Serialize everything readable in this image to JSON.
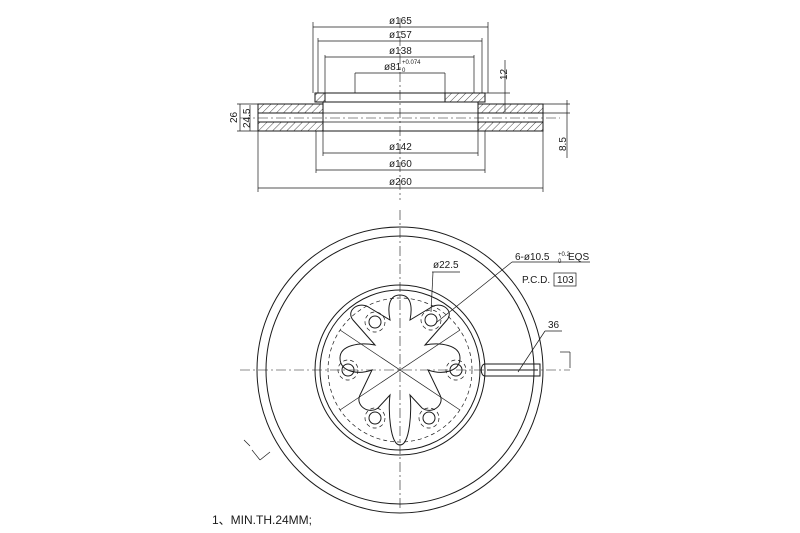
{
  "section_view": {
    "dims": {
      "d165": "ø165",
      "d157": "ø157",
      "d138": "ø138",
      "d81": "ø81",
      "d81_tol_upper": "+0.074",
      "d81_tol_lower": "0",
      "h12": "12",
      "h26": "26",
      "h24_5": "24.5",
      "h8_5": "8.5",
      "d142": "ø142",
      "d160": "ø160",
      "d260": "ø260"
    }
  },
  "front_view": {
    "dims": {
      "d22_5": "ø22.5",
      "holes": "6-ø10.5",
      "holes_tol": "+0.2",
      "holes_tol_lower": "0",
      "holes_suffix": "EQS",
      "pcd_label": "P.C.D.",
      "pcd_value": "103",
      "w36": "36"
    }
  },
  "notes": {
    "note1": "1、MIN.TH.24MM;"
  }
}
